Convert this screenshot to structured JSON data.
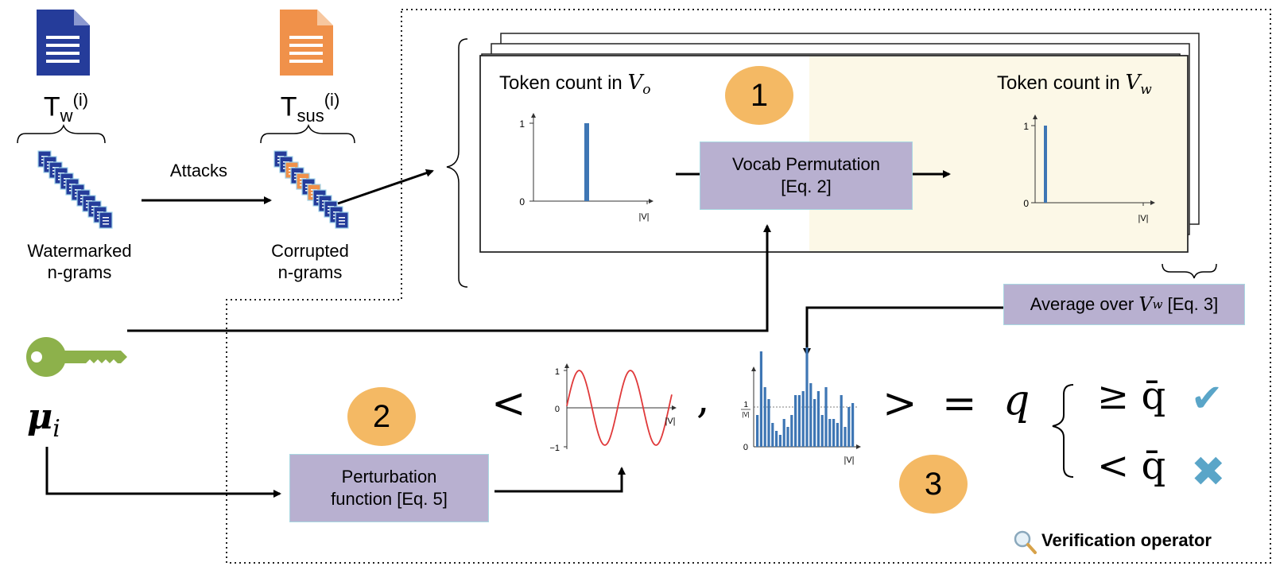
{
  "texts": {
    "attacks": "Attacks",
    "watermarked": [
      "Watermarked",
      "n-grams"
    ],
    "corrupted": [
      "Corrupted",
      "n-grams"
    ],
    "tw": "T",
    "tw_sub": "w",
    "tw_sup": "(i)",
    "tsus": "T",
    "tsus_sub": "sus",
    "tsus_sup": "(i)",
    "token_count_vo": "Token count in ",
    "vo_var": "V",
    "vo_sub": "o",
    "token_count_vw": "Token count in ",
    "vw_var": "V",
    "vw_sub": "w",
    "vocab_perm": [
      "Vocab Permutation",
      "[Eq. 2]"
    ],
    "average_over": "Average over ",
    "average_eq": " [Eq. 3]",
    "perturbation": [
      "Perturbation",
      "function [Eq. 5]"
    ],
    "mu": "μ",
    "mu_sub": "i",
    "verification": "Verification operator",
    "step1": "1",
    "step2": "2",
    "step3": "3",
    "lt": "<",
    "comma": ",",
    "gt": ">",
    "eq": "=",
    "q": "q",
    "geq_qbar": "≥ q̄",
    "lt_qbar": "< q̄",
    "check": "✔",
    "cross": "✖"
  },
  "plots": {
    "vo": {
      "yticks": [
        "1",
        "0"
      ],
      "xlabel": "|V|"
    },
    "vw": {
      "yticks": [
        "1",
        "0"
      ],
      "xlabel": "|V|"
    },
    "sine": {
      "yticks": [
        "1",
        "0",
        "−1"
      ],
      "xlabel": "|V|"
    },
    "hist": {
      "yticks": [
        "1",
        "|V|",
        "0"
      ],
      "xlabel": "|V|",
      "values": [
        0.8,
        2.4,
        1.5,
        1.2,
        0.6,
        0.4,
        0.3,
        0.7,
        0.5,
        0.8,
        1.3,
        1.3,
        1.4,
        2.5,
        1.6,
        1.2,
        1.4,
        0.8,
        1.5,
        0.7,
        0.7,
        0.6,
        1.3,
        0.5,
        1.0,
        1.1
      ]
    }
  },
  "colors": {
    "doc_blue": "#253c9a",
    "doc_orange": "#f0914a",
    "key_green": "#8db14b",
    "box_purple": "#b8b0d0",
    "box_border": "#a9d8e2",
    "circle_orange": "#f4b964",
    "bar_blue": "#3e76b4",
    "sine_red": "#e0393a",
    "check_blue": "#5aa5c8",
    "panel_yellow": "#fcf8e7"
  }
}
